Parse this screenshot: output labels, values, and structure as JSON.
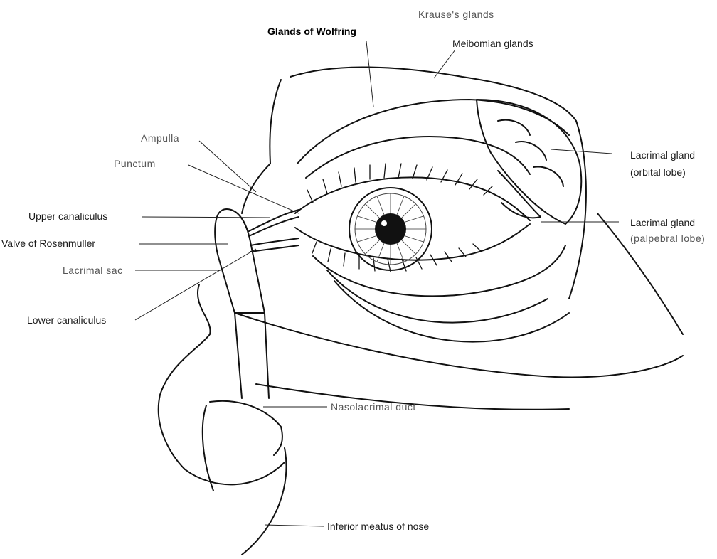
{
  "labels": {
    "krause": "Krause's glands",
    "wolfring": "Glands of Wolfring",
    "meibomian": "Meibomian glands",
    "ampulla": "Ampulla",
    "punctum": "Punctum",
    "upper_canaliculus": "Upper canaliculus",
    "valve_rosenmuller": "Valve of Rosenmuller",
    "lacrimal_sac": "Lacrimal sac",
    "lower_canaliculus": "Lower canaliculus",
    "lacrimal_gland_orbital_1": "Lacrimal gland",
    "lacrimal_gland_orbital_2": "(orbital lobe)",
    "lacrimal_gland_palpebral_1": "Lacrimal gland",
    "lacrimal_gland_palpebral_2": "(palpebral lobe)",
    "nasolacrimal_duct": "Nasolacrimal duct",
    "inferior_meatus": "Inferior meatus of nose"
  }
}
